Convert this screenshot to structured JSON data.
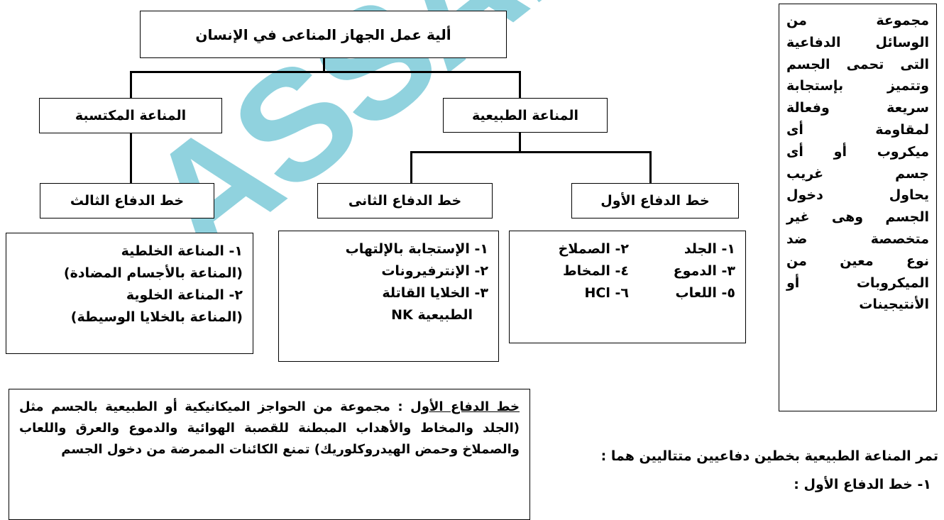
{
  "watermark": "ASSAH",
  "root": "ألية عمل الجهاز المناعى في الإنسان",
  "natural": "المناعة الطبيعية",
  "acquired": "المناعة المكتسبة",
  "first_line": "خط الدفاع الأول",
  "second_line": "خط الدفاع الثانى",
  "third_line": "خط الدفاع الثالث",
  "first_items": [
    "١- الجلد",
    "٢- الصملاخ",
    "٣- الدموع",
    "٤- المخاط",
    "٥- اللعاب",
    "٦- HCl"
  ],
  "second_items": [
    "١- الإستجابة بالإلتهاب",
    "٢- الإنترفيرونات",
    "٣- الخلايا القاتلة",
    "الطبيعية NK"
  ],
  "third_items": [
    "١- المناعة الخلطية",
    "(المناعة بالأجسام المضادة)",
    "٢- المناعة الخلوية",
    "(المناعة بالخلايا الوسيطة)"
  ],
  "side_lines": [
    "مجموعة من",
    "الوسائل الدفاعية",
    "التى تحمى الجسم",
    "وتتميز بإستجابة",
    "سريعة وفعالة",
    "لمقاومة أى",
    "ميكروب أو أى",
    "جسم غريب",
    "يحاول دخول",
    "الجسم وهى غير",
    "متخصصة ضد",
    "نوع معين من",
    "الميكروبات أو",
    "الأنتيجينات"
  ],
  "para_heading": "خط الدفاع الأول",
  "para_text": " : مجموعة من الحواجز الميكانيكية أو الطبيعية بالجسم مثل (الجلد والمخاط والأهداب المبطنة للقصبة الهوائية والدموع والعرق واللعاب والصملاخ وحمض الهيدروكلوريك) تمنع الكائنات الممرضة من دخول الجسم",
  "bottom_line1": "تمر المناعة الطبيعية بخطين دفاعيين متتاليين هما :",
  "bottom_line2": "١- خط الدفاع الأول :"
}
